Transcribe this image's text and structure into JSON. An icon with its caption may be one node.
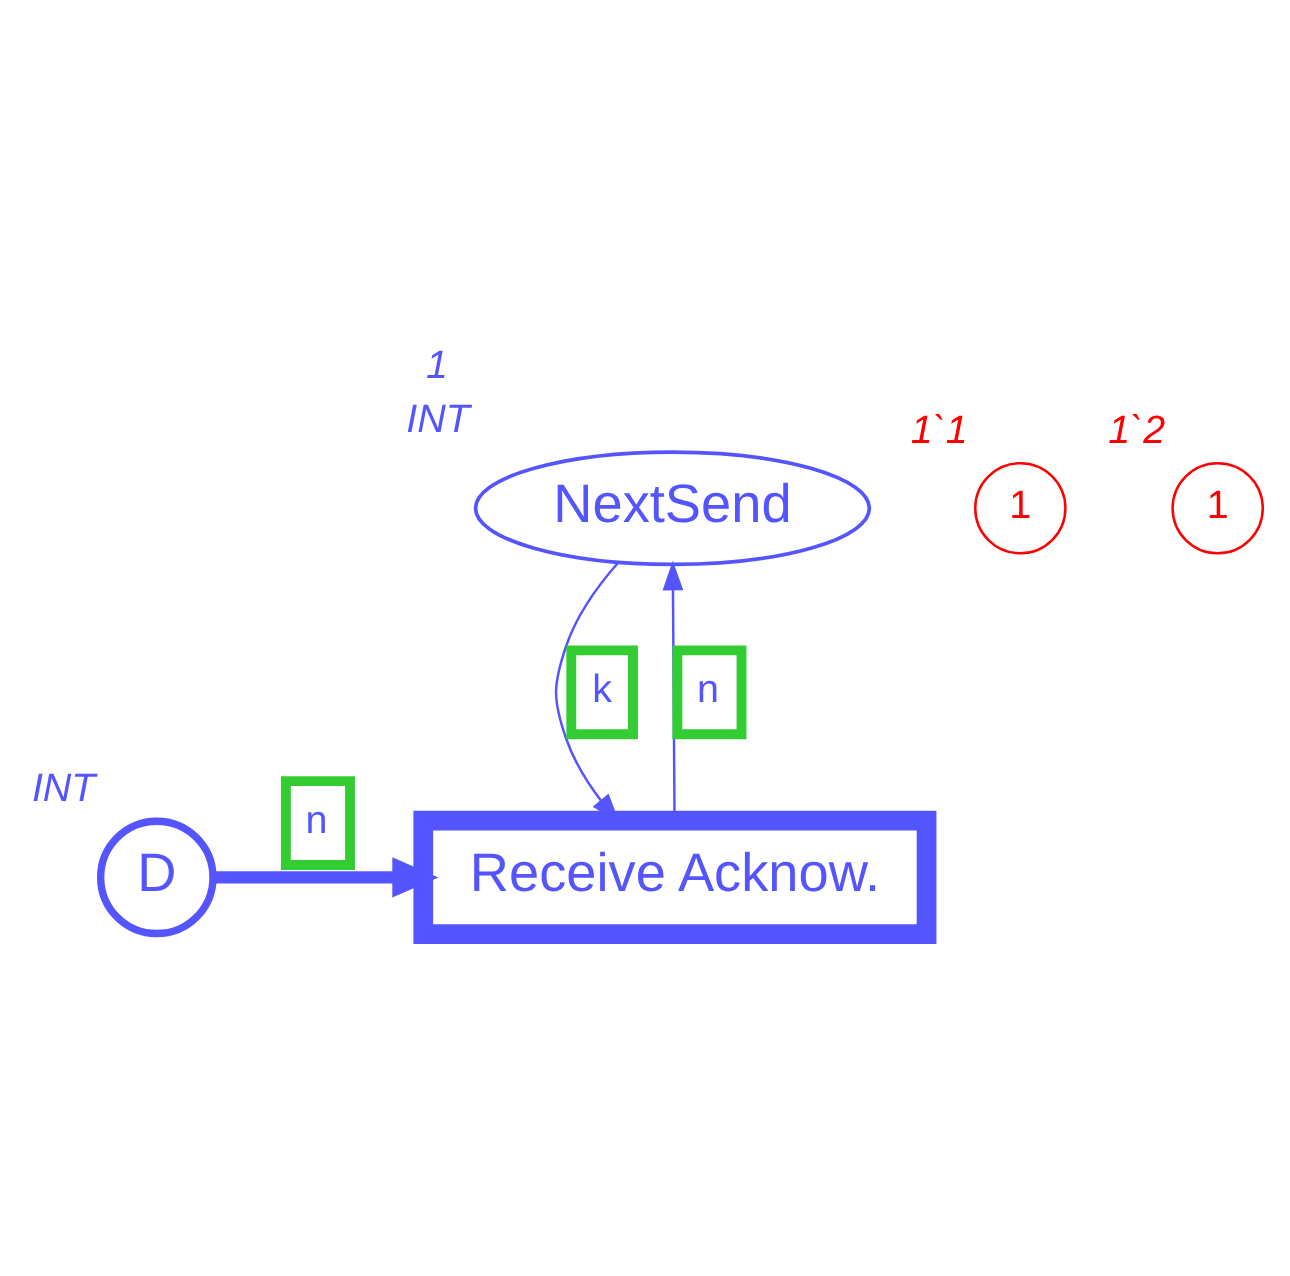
{
  "diagram": {
    "nodes": [
      {
        "text": [
          "NextSend"
        ],
        "beside": [
          "1",
          "INT"
        ]
      },
      {
        "text": [
          "1"
        ],
        "beside": [
          "1`1"
        ]
      },
      {
        "text": [
          "Receive Acknow."
        ]
      },
      {
        "text": [
          "D"
        ],
        "beside": [
          "INT"
        ]
      },
      {
        "text": [
          "1"
        ],
        "beside": [
          "1`2"
        ]
      }
    ],
    "edges": [
      {
        "from": 0,
        "to": 2,
        "arrow": "to",
        "label": "k"
      },
      {
        "from": 2,
        "to": 0,
        "arrow": "to",
        "label": "n"
      },
      {
        "from": 3,
        "to": 2,
        "arrow": "to",
        "label": "n",
        "style": "thick"
      }
    ]
  }
}
